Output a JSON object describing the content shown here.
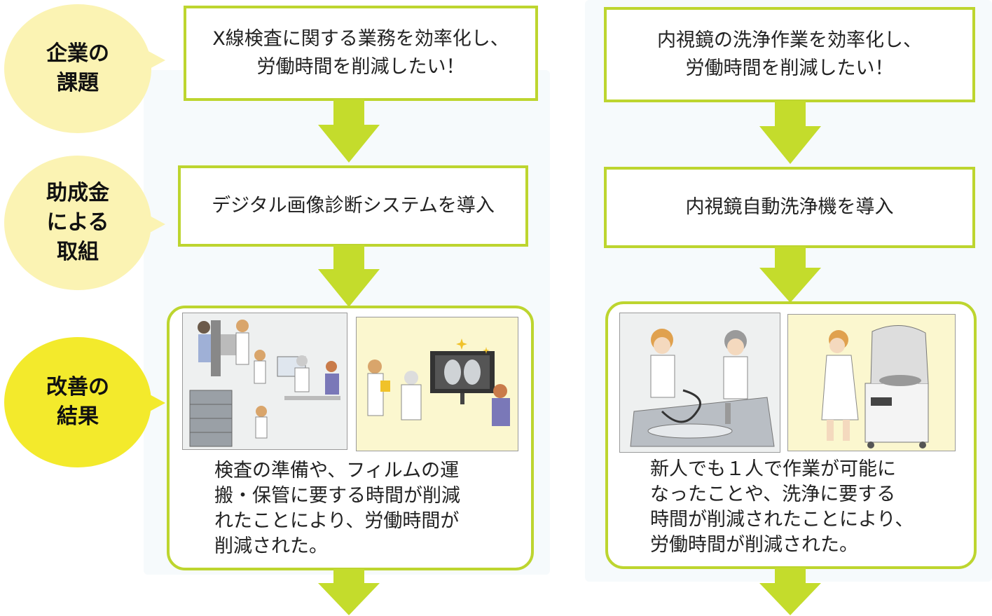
{
  "row_labels": {
    "challenge": "企業の\n課題",
    "initiative": "助成金\nによる\n取組",
    "result": "改善の\n結果"
  },
  "left_case": {
    "challenge": "X線検査に関する業務を効率化し、\n労働時間を削減したい！",
    "initiative": "デジタル画像診断システムを導入",
    "result": "検査の準備や、フィルムの運\n搬・保管に要する時間が削減\nれたことにより、労働時間が\n削減された。"
  },
  "right_case": {
    "challenge": "内視鏡の洗浄作業を効率化し、\n労働時間を削減したい！",
    "initiative": "内視鏡自動洗浄機を導入",
    "result": "新人でも１人で作業が可能に\nなったことや、洗浄に要する\n時間が削減されたことにより、\n労働時間が削減された。"
  },
  "colors": {
    "box_border": "#bdd52f",
    "arrow": "#c4dc2c",
    "bubble_light": "#fbf3b3",
    "bubble_strong": "#f3ea2c"
  }
}
